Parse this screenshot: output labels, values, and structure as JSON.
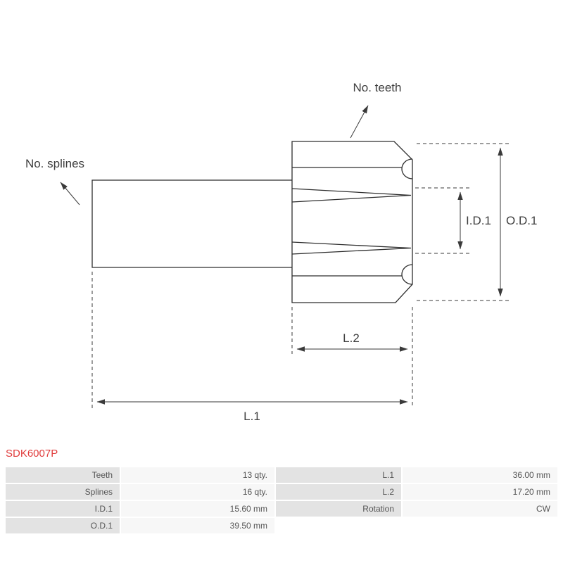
{
  "part_number": "SDK6007P",
  "drawing": {
    "callouts": {
      "teeth": "No. teeth",
      "splines": "No. splines"
    },
    "dimensions": {
      "id1": "I.D.1",
      "od1": "O.D.1",
      "l1": "L.1",
      "l2": "L.2"
    }
  },
  "spec_table": {
    "rows": [
      {
        "c1": "Teeth",
        "c2": "13 qty.",
        "c3": "L.1",
        "c4": "36.00 mm"
      },
      {
        "c1": "Splines",
        "c2": "16 qty.",
        "c3": "L.2",
        "c4": "17.20 mm"
      },
      {
        "c1": "I.D.1",
        "c2": "15.60 mm",
        "c3": "Rotation",
        "c4": "CW"
      },
      {
        "c1": "O.D.1",
        "c2": "39.50 mm",
        "c3": "",
        "c4": ""
      }
    ]
  },
  "colors": {
    "part_number": "#e03c3c",
    "label_cell_bg": "#e3e3e3",
    "value_cell_bg": "#f7f7f7",
    "line": "#2e2e2e",
    "dimension": "#3a3a3a"
  }
}
